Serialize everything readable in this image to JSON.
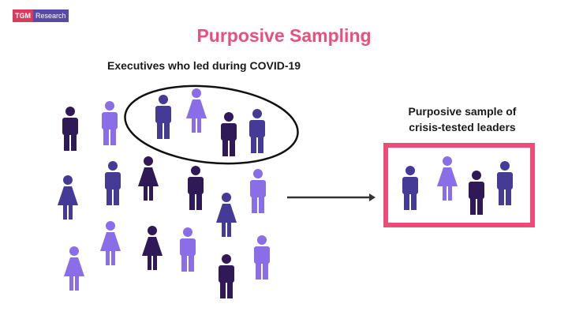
{
  "logo": {
    "brand": "TGM",
    "suffix": "Research"
  },
  "title": "Purposive Sampling",
  "population_label": "Executives who led during COVID-19",
  "sample_label_line1": "Purposive sample of",
  "sample_label_line2": "crisis-tested leaders",
  "colors": {
    "title": "#e8507e",
    "box": "#ec4c77",
    "dark": "#2f1a57",
    "mid": "#463a97",
    "light": "#8a6ee8"
  },
  "population": [
    {
      "type": "male",
      "shade": "dark"
    },
    {
      "type": "male",
      "shade": "light"
    },
    {
      "type": "male",
      "shade": "mid",
      "selected": true
    },
    {
      "type": "female",
      "shade": "light",
      "selected": true
    },
    {
      "type": "male",
      "shade": "dark",
      "selected": true
    },
    {
      "type": "male",
      "shade": "mid",
      "selected": true
    },
    {
      "type": "female",
      "shade": "mid"
    },
    {
      "type": "male",
      "shade": "mid"
    },
    {
      "type": "female",
      "shade": "dark"
    },
    {
      "type": "male",
      "shade": "dark"
    },
    {
      "type": "female",
      "shade": "mid"
    },
    {
      "type": "male",
      "shade": "light"
    },
    {
      "type": "female",
      "shade": "light"
    },
    {
      "type": "female",
      "shade": "light"
    },
    {
      "type": "female",
      "shade": "dark"
    },
    {
      "type": "male",
      "shade": "light"
    },
    {
      "type": "male",
      "shade": "dark"
    },
    {
      "type": "male",
      "shade": "light"
    }
  ],
  "sample": [
    {
      "type": "male",
      "shade": "mid"
    },
    {
      "type": "female",
      "shade": "light"
    },
    {
      "type": "male",
      "shade": "dark"
    },
    {
      "type": "male",
      "shade": "mid"
    }
  ]
}
